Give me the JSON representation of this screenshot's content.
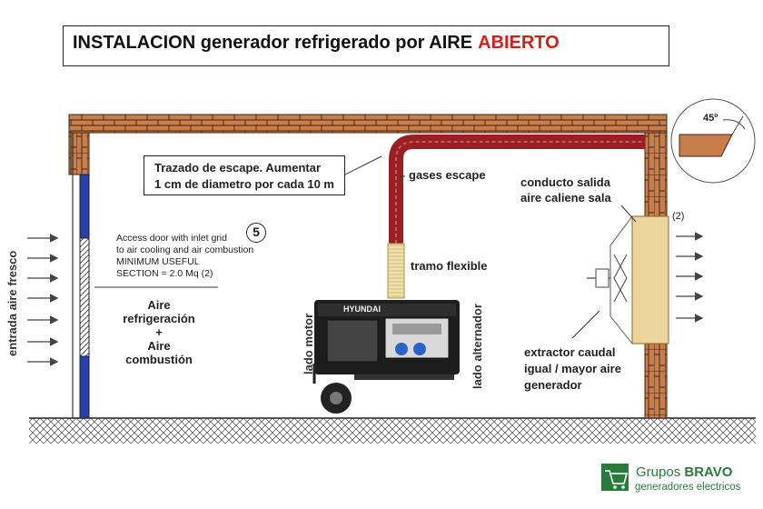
{
  "title": {
    "main": "INSTALACION generador refrigerado por AIRE",
    "highlight": "ABIERTO"
  },
  "callout": {
    "line1": "Trazado de escape.  Aumentar",
    "line2": "1 cm de diametro por cada 10 m"
  },
  "labels": {
    "gases_escape": "gases escape",
    "tramo_flexible": "tramo flexible",
    "conducto_line1": "conducto salida",
    "conducto_line2": "aire caliene sala",
    "mark_2": "(2)",
    "angle": "45º",
    "access_door": [
      "Access door with inlet grid",
      "to air cooling and air combustion",
      "MINIMUM USEFUL",
      "SECTION = 2.0 Mq (2)"
    ],
    "badge_5": "5",
    "aire_block": [
      "Aire",
      "refrigeración",
      "+",
      "Aire",
      "combustión"
    ],
    "entrada_aire": "entrada aire fresco",
    "lado_motor": "lado motor",
    "lado_alternador": "lado alternador",
    "extractor": [
      "extractor caudal",
      "igual / mayor aire",
      "generador"
    ],
    "generator_brand": "HYUNDAI"
  },
  "logo": {
    "line1_a": "Grupos ",
    "line1_b": "BRAVO",
    "line2": "generadores electricos",
    "icon": "shopping-cart-icon"
  },
  "colors": {
    "brick": "#c87e4b",
    "pipe": "#9a1f22",
    "flex": "#e8d79a",
    "title_accent": "#d0201c",
    "logo_green": "#2a7a3c",
    "window_blue": "#2b3fa8"
  }
}
